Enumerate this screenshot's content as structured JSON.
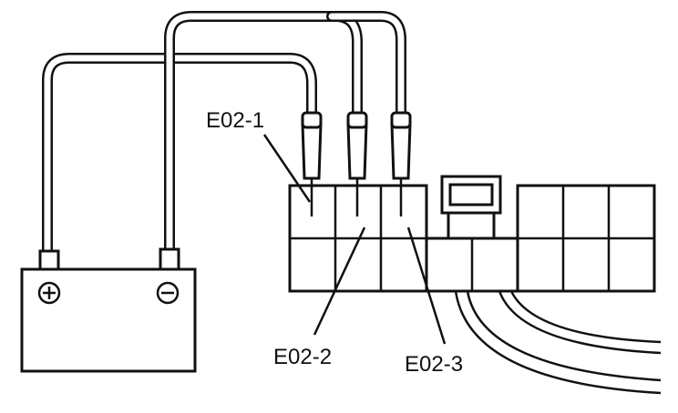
{
  "labels": {
    "pin1": "E02-1",
    "pin2": "E02-2",
    "pin3": "E02-3"
  },
  "battery": {
    "positive_symbol": "⊕",
    "negative_symbol": "⊖"
  }
}
